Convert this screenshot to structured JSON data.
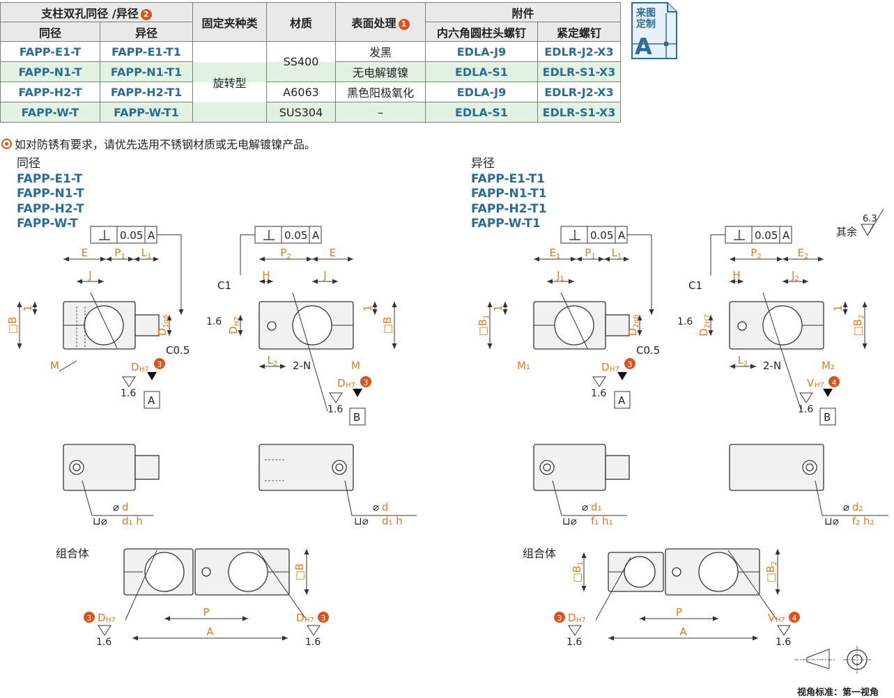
{
  "table": {
    "h_pillar": "支柱双孔同径 /异径",
    "h_pillar_badge": "2",
    "h_same": "同径",
    "h_diff": "异径",
    "h_clamp": "固定夹种类",
    "h_material": "材质",
    "h_surface": "表面处理",
    "h_surface_badge": "1",
    "h_acc": "附件",
    "h_hex": "内六角圆柱头螺钉",
    "h_set": "紧定螺钉",
    "clamp_type": "旋转型",
    "rows": [
      {
        "same": "FAPP-E1-T",
        "diff": "FAPP-E1-T1",
        "surface": "发黑",
        "hex": "EDLA-J9",
        "set": "EDLR-J2-X3"
      },
      {
        "same": "FAPP-N1-T",
        "diff": "FAPP-N1-T1",
        "surface": "无电解镀镍",
        "hex": "EDLA-S1",
        "set": "EDLR-S1-X3"
      },
      {
        "same": "FAPP-H2-T",
        "diff": "FAPP-H2-T1",
        "surface": "黑色阳极氧化",
        "hex": "EDLA-J9",
        "set": "EDLR-J2-X3"
      },
      {
        "same": "FAPP-W-T",
        "diff": "FAPP-W-T1",
        "surface": "–",
        "hex": "EDLA-S1",
        "set": "EDLR-S1-X3"
      }
    ],
    "mat_ss400": "SS400",
    "mat_a6063": "A6063",
    "mat_sus304": "SUS304"
  },
  "stamp": {
    "line1": "来图",
    "line2": "定制",
    "letter": "A"
  },
  "note": "如对防锈有要求，请优先选用不锈钢材质或无电解镀镍产品。",
  "left": {
    "title": "同径",
    "parts": [
      "FAPP-E1-T",
      "FAPP-N1-T",
      "FAPP-H2-T",
      "FAPP-W-T"
    ]
  },
  "right": {
    "title": "异径",
    "parts": [
      "FAPP-E1-T1",
      "FAPP-N1-T1",
      "FAPP-H2-T1",
      "FAPP-W-T1"
    ]
  },
  "combo_label": "组合体",
  "rest_label": "其余",
  "footer": "视角标准：第一视角",
  "drawing": {
    "tol": "0.05",
    "ref_a": "A",
    "ref_b": "B",
    "rough": "1.6",
    "rough_rest": "6.3",
    "chamfer": "C0.5",
    "c1": "C1",
    "dim_A": "A",
    "dim_P": "P",
    "dim_2N": "2-N"
  },
  "colors": {
    "accent": "#d8541f",
    "code": "#2e6b93",
    "dim": "#e07a1f",
    "green": "#e2f2e2"
  }
}
